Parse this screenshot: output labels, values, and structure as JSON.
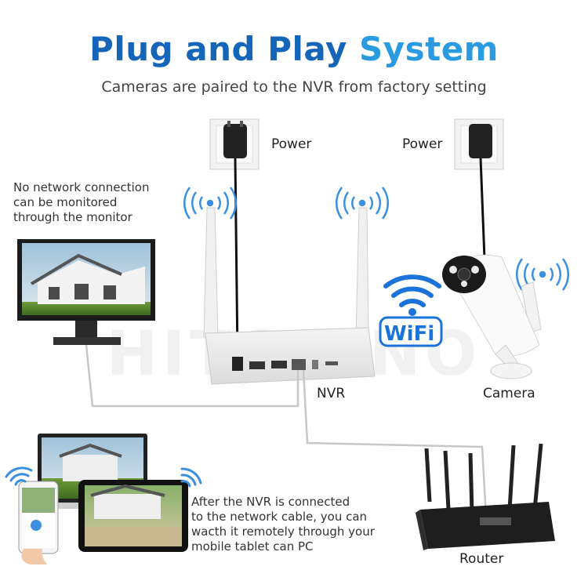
{
  "header": {
    "title_part1": "Plug and Play",
    "title_part2": "System",
    "subtitle": "Cameras are paired to the NVR from factory setting"
  },
  "labels": {
    "power_left": "Power",
    "power_right": "Power",
    "nvr": "NVR",
    "camera": "Camera",
    "router": "Router",
    "wifi_badge": "WiFi"
  },
  "notes": {
    "monitor": [
      "No network connection",
      "can be monitored",
      "through the monitor"
    ],
    "remote": [
      "After the NVR is connected",
      "to the network cable, you can",
      "wacth it remotely through your",
      "mobile tablet can PC"
    ]
  },
  "watermark": "HITOSINO",
  "colors": {
    "title_dark": "#1566b8",
    "title_light": "#2a9be0",
    "wifi_blue": "#1a73d8",
    "signal_blue": "#3b8fe0"
  },
  "icons": [
    "power-adapter-icon",
    "wifi-signal-icon",
    "monitor-icon",
    "nvr-icon",
    "camera-icon",
    "router-icon",
    "tablet-icon",
    "phone-icon",
    "laptop-icon"
  ]
}
